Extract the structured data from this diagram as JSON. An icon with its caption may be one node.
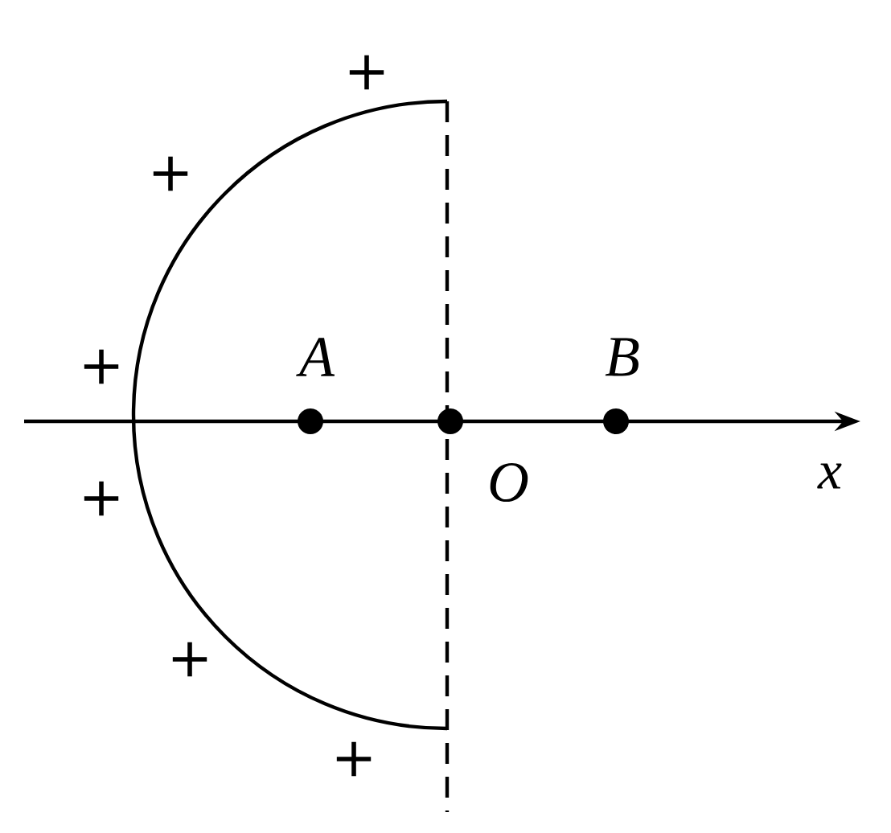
{
  "diagram": {
    "labels": [
      "+",
      "+",
      "+",
      "A",
      "B",
      "+",
      "O",
      "x",
      "+",
      "+"
    ]
  }
}
